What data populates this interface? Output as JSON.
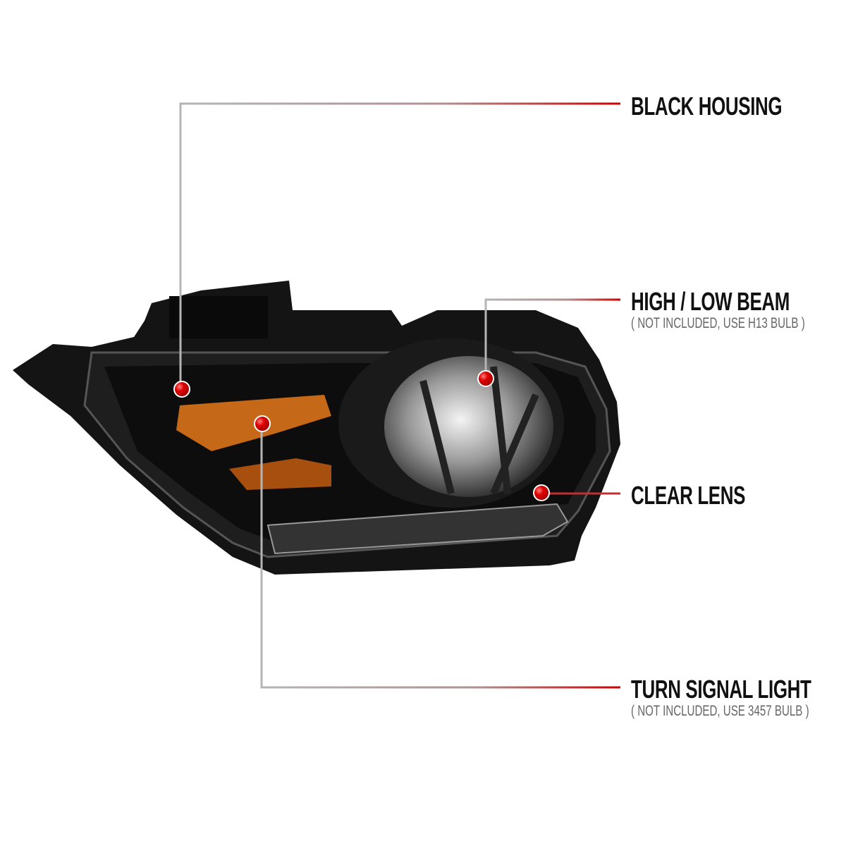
{
  "callouts": [
    {
      "title": "BLACK HOUSING",
      "subtitle": ""
    },
    {
      "title": "HIGH / LOW BEAM",
      "subtitle": "( NOT INCLUDED, USE  H13  BULB )"
    },
    {
      "title": "CLEAR LENS",
      "subtitle": ""
    },
    {
      "title": "TURN SIGNAL LIGHT",
      "subtitle": "( NOT INCLUDED, USE  3457  BULB )"
    }
  ],
  "colors": {
    "line_start": "#b0b0b0",
    "line_end": "#d00000",
    "dot": "#e00000",
    "amber": "#d9731a",
    "housing": "#111111"
  }
}
